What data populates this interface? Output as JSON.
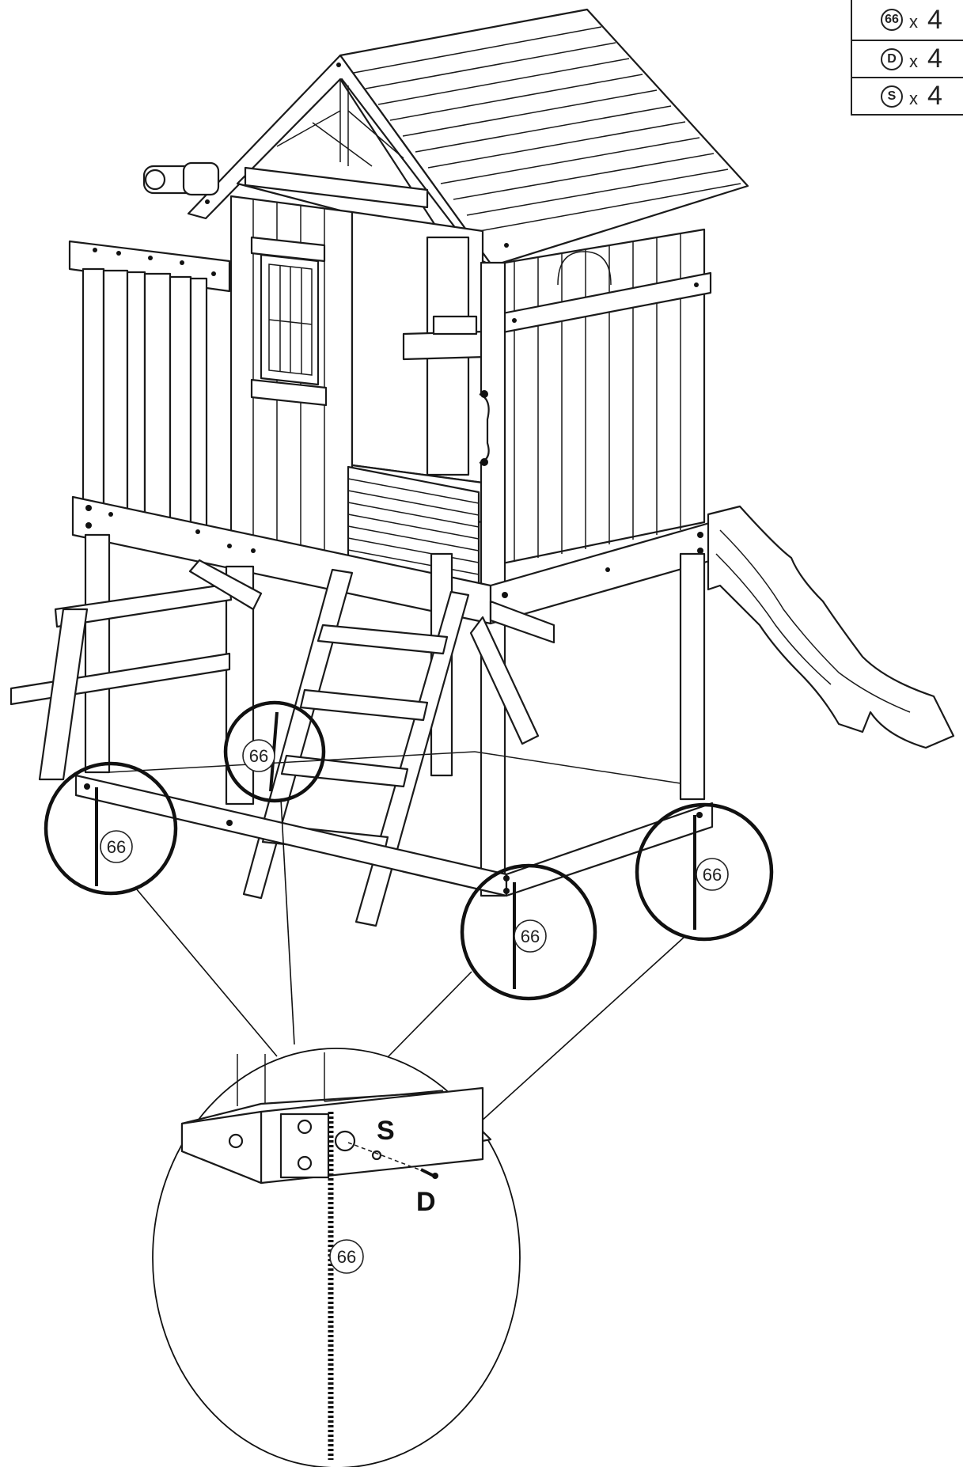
{
  "parts_table": {
    "rows": [
      {
        "part": "66",
        "times": "x",
        "qty": "4"
      },
      {
        "part": "D",
        "times": "x",
        "qty": "4"
      },
      {
        "part": "S",
        "times": "x",
        "qty": "4"
      }
    ]
  },
  "callouts": {
    "part_number": "66",
    "detail_label_s": "S",
    "detail_label_d": "D"
  }
}
